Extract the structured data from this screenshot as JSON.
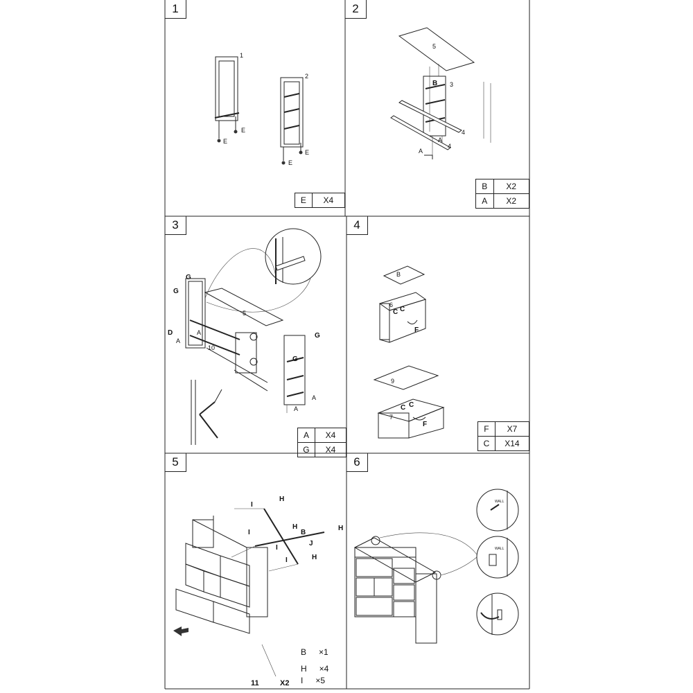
{
  "steps": [
    {
      "number": "1",
      "legend": [
        {
          "letter": "E",
          "qty": "X4"
        }
      ]
    },
    {
      "number": "2",
      "legend": [
        {
          "letter": "B",
          "qty": "X2"
        },
        {
          "letter": "A",
          "qty": "X2"
        }
      ]
    },
    {
      "number": "3",
      "legend": [
        {
          "letter": "A",
          "qty": "X4"
        },
        {
          "letter": "G",
          "qty": "X4"
        }
      ]
    },
    {
      "number": "4",
      "legend": [
        {
          "letter": "F",
          "qty": "X7"
        },
        {
          "letter": "C",
          "qty": "X14"
        }
      ]
    },
    {
      "number": "5",
      "legend": [
        {
          "letter": "B",
          "qty": "×1"
        },
        {
          "letter": "H",
          "qty": "×4"
        },
        {
          "letter": "I",
          "qty": "×5"
        }
      ]
    },
    {
      "number": "6",
      "legend": []
    }
  ],
  "labels": {
    "p1": {
      "part1": "1",
      "part2": "2",
      "e": "E"
    },
    "p2": {
      "part5": "5",
      "b": "B",
      "part3": "3",
      "part4": "4",
      "a": "A"
    },
    "p3": {
      "g": "G",
      "d": "D",
      "a": "A",
      "part5": "5",
      "part10": "10"
    },
    "p4": {
      "b": "B",
      "part6": "6",
      "c": "C",
      "f": "F",
      "part9": "9",
      "part7": "7"
    },
    "p5": {
      "i": "I",
      "h": "H",
      "b": "B",
      "j": "J",
      "part11": "11",
      "x2": "X2"
    },
    "p6": {
      "wall": "WALL"
    }
  }
}
